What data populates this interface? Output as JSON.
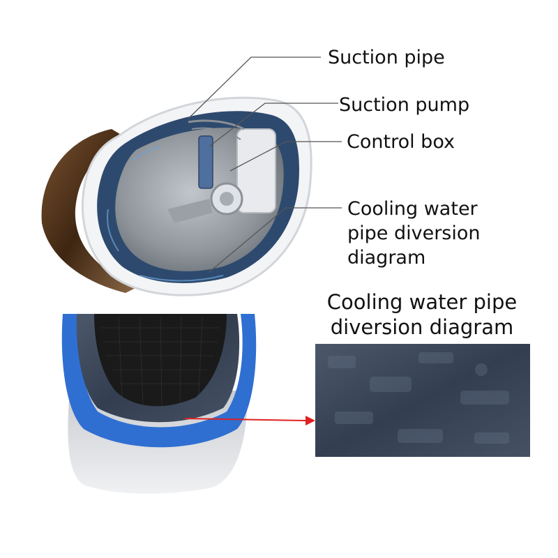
{
  "labels": {
    "suction_pipe": "Suction pipe",
    "suction_pump": "Suction pump",
    "control_box": "Control box",
    "cooling_line1": "Cooling water",
    "cooling_line2": "pipe diversion",
    "cooling_line3": "diagram"
  },
  "detail_title": {
    "line1": "Cooling water pipe",
    "line2": "diversion diagram"
  },
  "colors": {
    "helmet_shell": "#f3f4f6",
    "visor_brown": "#5a3a1e",
    "liner_blue": "#2d4a6e",
    "pad_gray": "#9ea3a8",
    "mesh_black": "#1a1a1a",
    "blue_band": "#2f6fd1",
    "fabric_navy": "#3a4658",
    "arrow_red": "#e02020"
  }
}
